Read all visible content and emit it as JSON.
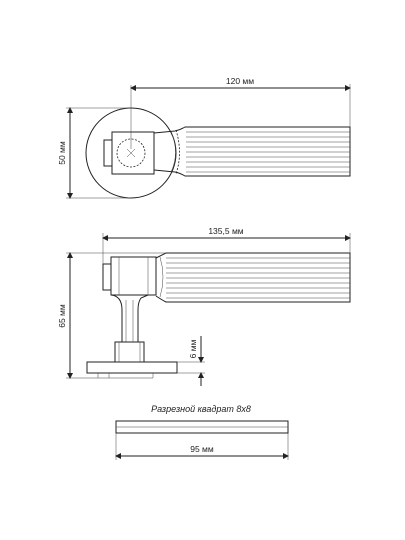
{
  "dimensions": {
    "top_length": "120 мм",
    "rose_diameter": "50 мм",
    "side_length": "135,5 мм",
    "side_height": "65 мм",
    "rose_thickness": "6 мм",
    "spindle_length": "95 мм"
  },
  "spindle_caption": "Разрезной квадрат 8х8"
}
